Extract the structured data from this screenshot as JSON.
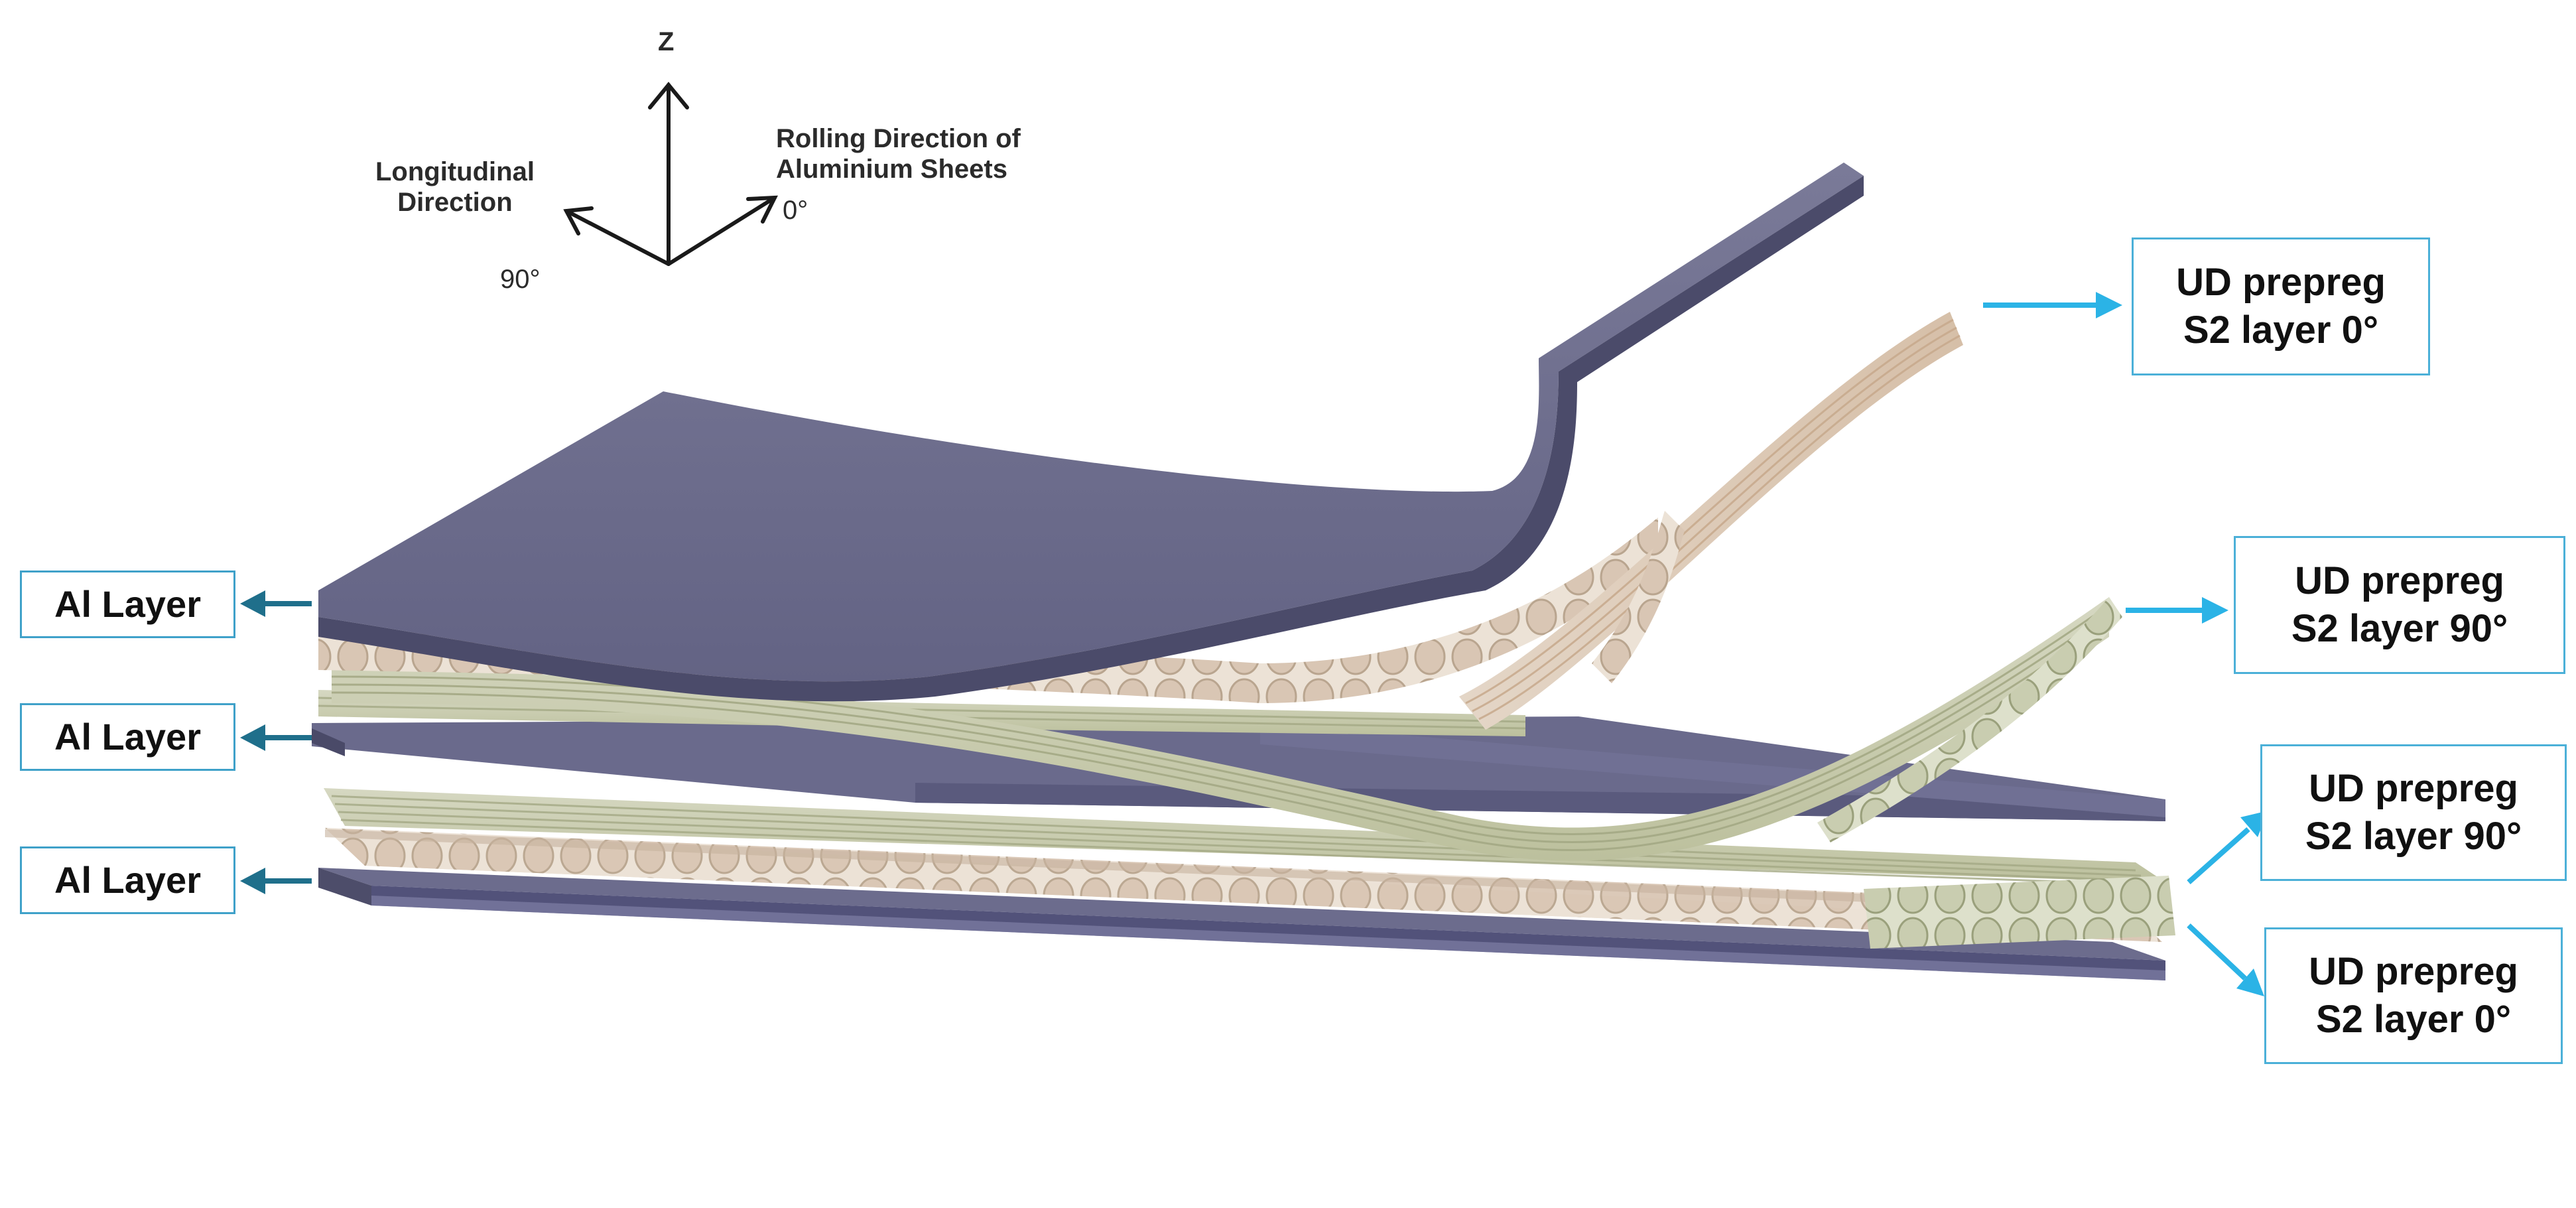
{
  "axes": {
    "z_label": "Z",
    "rolling_direction_label": [
      "Rolling Direction of",
      "Aluminium Sheets"
    ],
    "zero_label": "0°",
    "longitudinal_label": [
      "Longitudinal",
      "Direction"
    ],
    "ninety_label": "90°"
  },
  "labels": {
    "al_layer_top": "Al Layer",
    "al_layer_mid": "Al Layer",
    "al_layer_bottom": "Al Layer",
    "ud_0_top": [
      "UD prepreg",
      "S2 layer 0°"
    ],
    "ud_90_upper": [
      "UD prepreg",
      "S2 layer 90°"
    ],
    "ud_90_lower": [
      "UD prepreg",
      "S2 layer 90°"
    ],
    "ud_0_bottom": [
      "UD prepreg",
      "S2 layer 0°"
    ]
  },
  "colors": {
    "aluminium": "#6b6b8c",
    "aluminium_dark": "#4a4a68",
    "fibre_0": "#d9c6b4",
    "fibre_90": "#c8ccae",
    "arrow_dark": "#1f6f8b",
    "arrow_light": "#2bb3e6",
    "box_border": "#4bb0d8"
  }
}
